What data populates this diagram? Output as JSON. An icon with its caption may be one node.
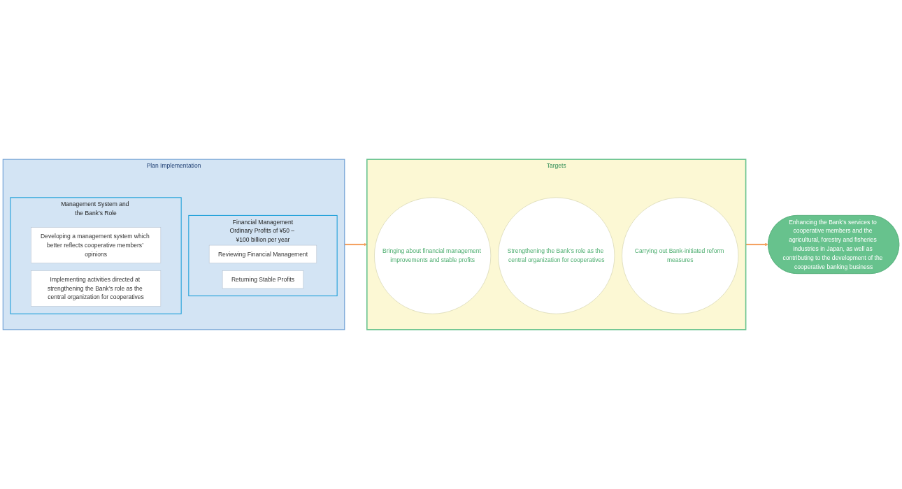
{
  "diagram": {
    "nodes": [
      {
        "text": [
          "Plan Implementation"
        ]
      },
      {
        "text": [
          "Financial Management",
          "Ordinary Profits of ¥50 – ¥100 billion per year"
        ],
        "in": 0
      },
      {
        "text": [
          "Reviewing Financial Management"
        ],
        "in": 1
      },
      {
        "text": [
          "Returning Stable Profits"
        ],
        "in": 1
      },
      {
        "text": [
          "Management System and the Bank’s Role"
        ],
        "in": 0
      },
      {
        "text": [
          "Developing a management system which better reflects cooperative members’ opinions"
        ],
        "in": 4
      },
      {
        "text": [
          "Implementing activities directed at strengthening the Bank’s role as the central organization for cooperatives"
        ],
        "in": 4
      },
      {
        "text": [
          "Enhancing the Bank’s services to cooperative members and the agricultural, forestry and fisheries industries in Japan, as well as contributing to the development of the cooperative banking business"
        ]
      },
      {
        "text": [
          "Targets"
        ]
      },
      {
        "text": [
          "Bringing about financial management improvements and stable profits"
        ],
        "in": 8
      },
      {
        "text": [
          "Strengthening the Bank’s role as the central organization for cooperatives"
        ],
        "in": 8
      },
      {
        "text": [
          "Carrying out Bank-initiated reform measures"
        ],
        "in": 8
      }
    ],
    "edges": [
      {
        "from": 0,
        "to": 8,
        "arrow": "to"
      },
      {
        "from": 8,
        "to": 7,
        "arrow": "to"
      }
    ]
  }
}
